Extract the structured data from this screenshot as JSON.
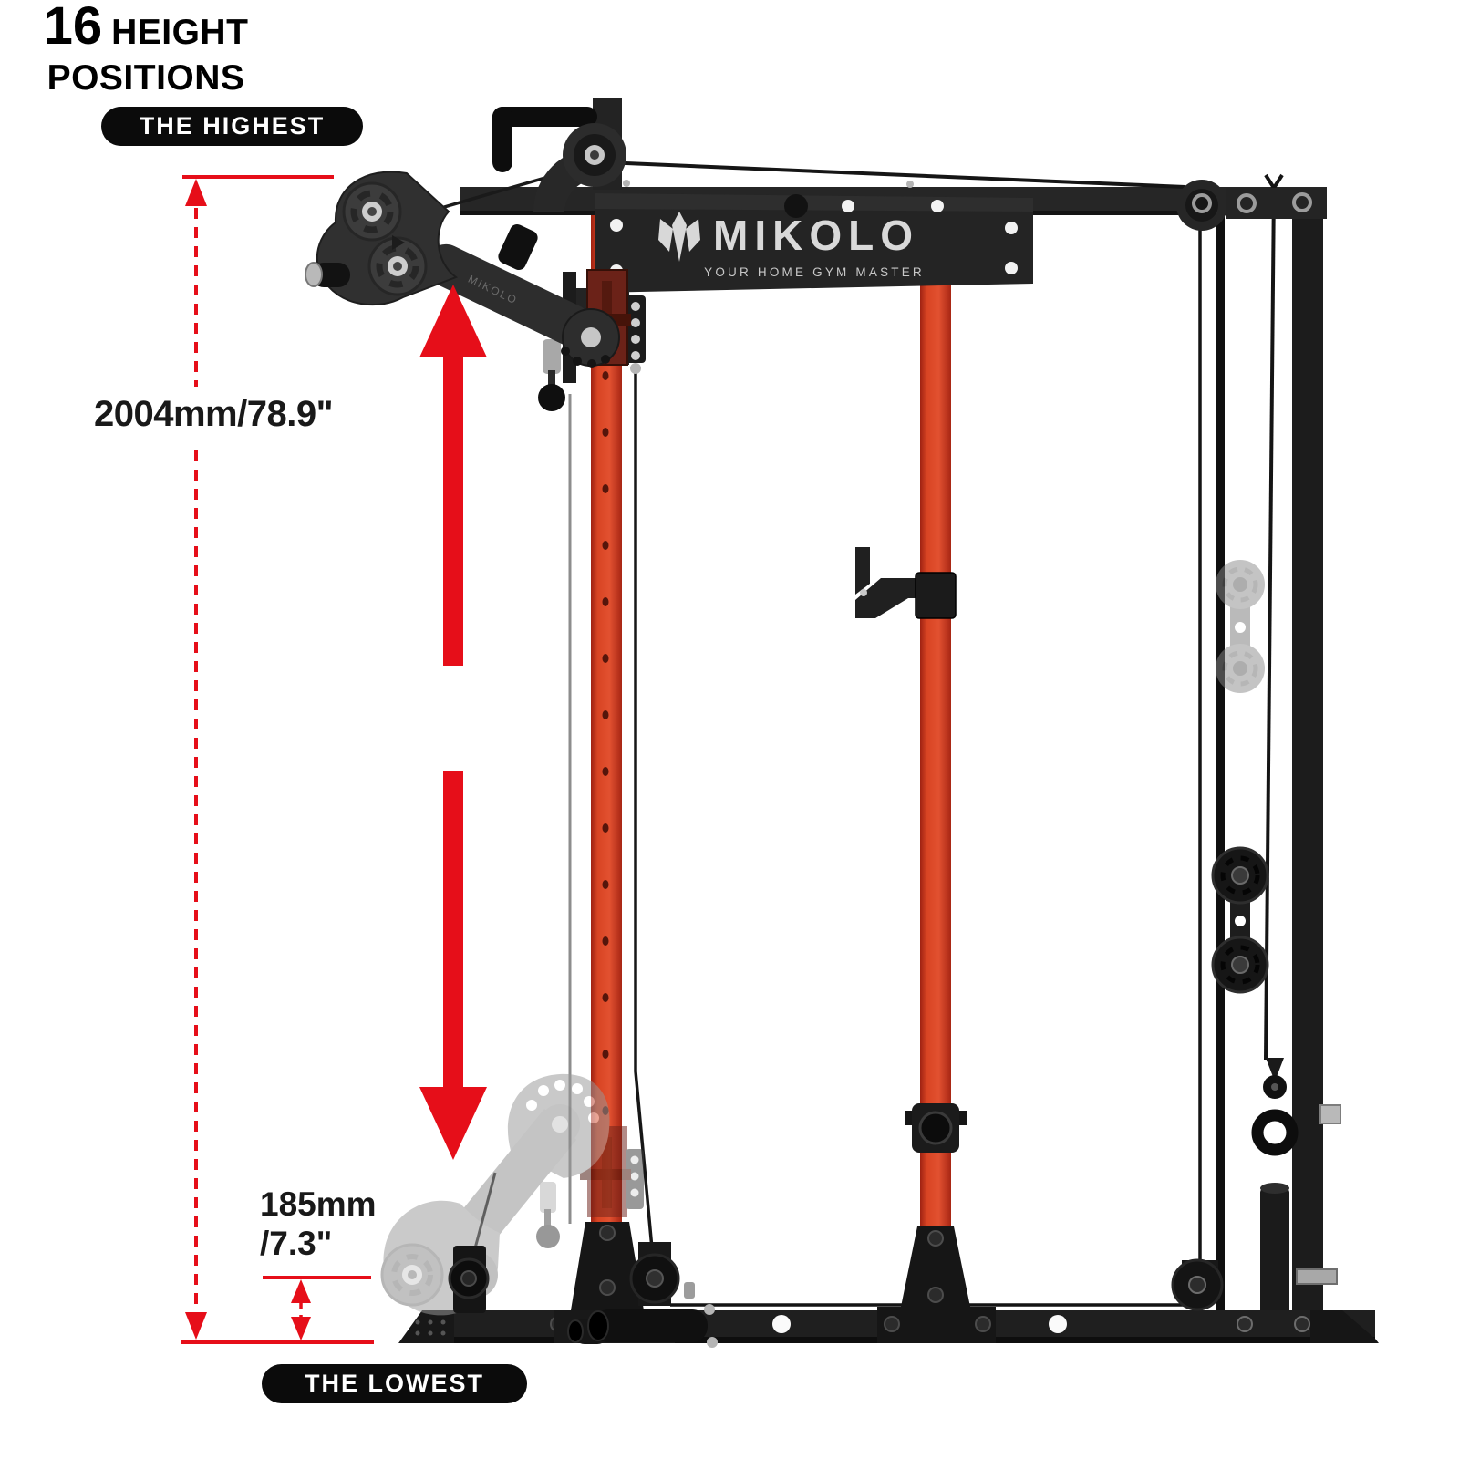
{
  "brand": {
    "logo": "MIKOLO",
    "tagline": "YOUR HOME GYM MASTER",
    "arm_mark": "MIKOLO"
  },
  "annotations": {
    "highest": "THE HIGHEST",
    "lowest": "THE LOWEST",
    "max_travel": "2004mm/78.9\"",
    "min_height_line1": "185mm",
    "min_height_line2": "/7.3\"",
    "positions_count": "16",
    "positions_word1": "HEIGHT",
    "positions_word2": "POSITIONS"
  },
  "colors": {
    "annotation_red": "#e60e19",
    "frame_red": "#d84423",
    "frame_black": "#1f1f1f",
    "trolley_maroon": "#6b2218",
    "ghost_gray": "#8f8f8f",
    "badge_bg": "#0b0b0b",
    "badge_text": "#ffffff",
    "text_black": "#191919"
  }
}
